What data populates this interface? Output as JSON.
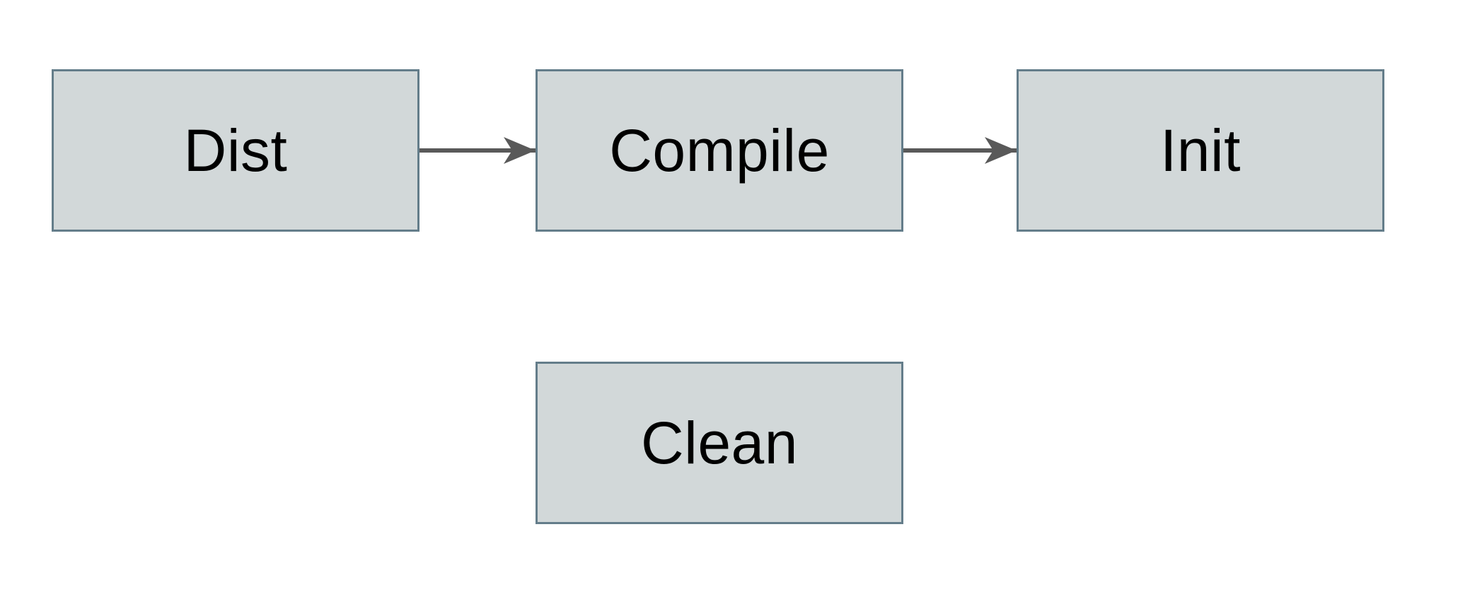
{
  "diagram": {
    "title": "build-targets-flowchart",
    "nodes": [
      {
        "id": "dist",
        "label": "Dist"
      },
      {
        "id": "compile",
        "label": "Compile"
      },
      {
        "id": "init",
        "label": "Init"
      },
      {
        "id": "clean",
        "label": "Clean"
      }
    ],
    "edges": [
      {
        "from": "dist",
        "to": "compile",
        "direction": "right"
      },
      {
        "from": "compile",
        "to": "init",
        "direction": "right"
      }
    ],
    "colors": {
      "node_fill": "#d2d8d9",
      "node_border": "#647d8a",
      "arrow": "#595959",
      "text": "#000000",
      "background": "#ffffff"
    }
  }
}
